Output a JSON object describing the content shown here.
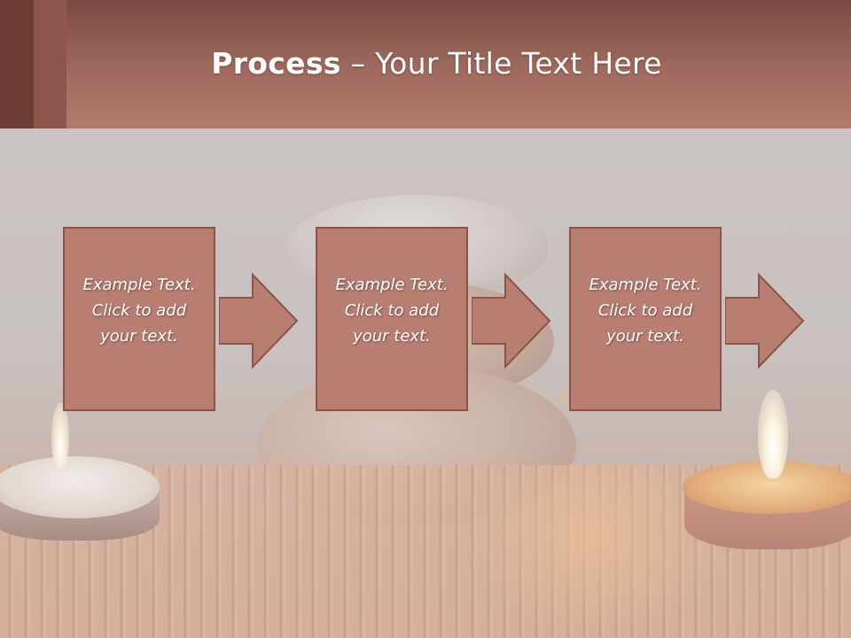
{
  "slide": {
    "title_bold": "Process",
    "title_rest": " – Your Title Text Here",
    "steps": [
      {
        "text": "Example Text.\nClick  to add\nyour text."
      },
      {
        "text": "Example Text.\nClick  to add\nyour text."
      },
      {
        "text": "Example Text.\nClick  to add\nyour text."
      }
    ]
  },
  "colors": {
    "header": "#a06b5f",
    "box_fill": "#b87e72",
    "box_border": "#8e5247",
    "text": "#ffffff"
  }
}
